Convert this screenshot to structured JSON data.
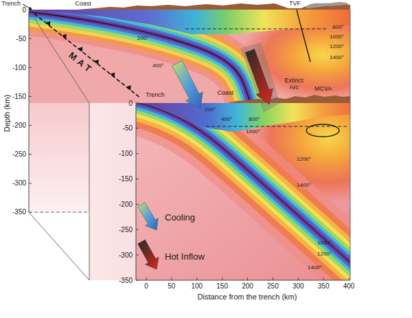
{
  "diagram": {
    "labels": [
      "Trench",
      "Coast",
      "TVF",
      "200°",
      "400°",
      "800°",
      "1000°",
      "1200°",
      "1400°",
      "MAT",
      "Trench",
      "Coast",
      "Extinct Arc",
      "MCVA",
      "200°",
      "400°",
      "800°",
      "1000°",
      "1200°",
      "1400°",
      "1000°",
      "1200°",
      "1400°",
      "0",
      "-50",
      "-100",
      "-150",
      "-200",
      "-250",
      "-300",
      "-350",
      "Depth (km)",
      "0",
      "-50",
      "-100",
      "-150",
      "-200",
      "-250",
      "-300",
      "-350",
      "0",
      "50",
      "100",
      "150",
      "200",
      "250",
      "300",
      "350",
      "400",
      "Distance from the trench (km)"
    ],
    "legend": [
      {
        "text": "Cooling"
      },
      {
        "text": "Hot Inflow"
      }
    ]
  }
}
